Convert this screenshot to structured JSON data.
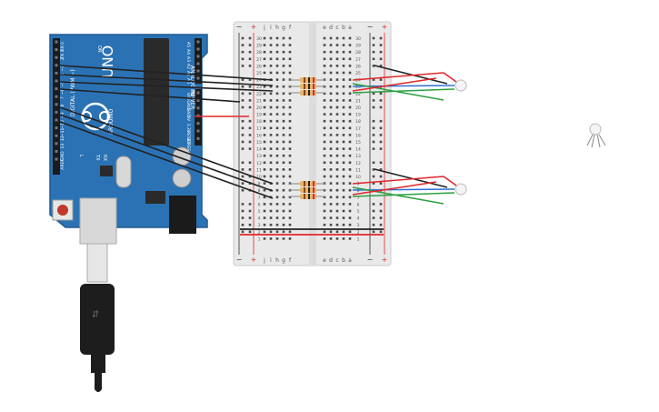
{
  "arduino": {
    "brand_text": "UNO",
    "board_label": "ARDUINO",
    "digital_label": "DIGITAL (PWM ~)",
    "analog_label": "ANALOG IN",
    "power_label": "POWER",
    "on_label": "ON",
    "tx_label": "TX",
    "rx_label": "RX",
    "l_label": "L",
    "digital_pins": [
      "RX 0",
      "TX 1",
      "2",
      "~3",
      "4",
      "~5",
      "~6",
      "7",
      "8",
      "~9",
      "~10",
      "~11",
      "12",
      "13",
      "GND",
      "AREF"
    ],
    "analog_pins": [
      "A5",
      "A4",
      "A3",
      "A2",
      "A1",
      "A0"
    ],
    "power_pins": [
      "VIN",
      "GND",
      "GND",
      "5V",
      "3.3V",
      "RESET",
      "IOREF"
    ]
  },
  "breadboard": {
    "column_letters_left": [
      "j",
      "i",
      "h",
      "g",
      "f"
    ],
    "column_letters_right": [
      "e",
      "d",
      "c",
      "b",
      "a"
    ],
    "row_numbers": [
      "30",
      "29",
      "28",
      "27",
      "26",
      "25",
      "24",
      "23",
      "22",
      "21",
      "20",
      "19",
      "18",
      "17",
      "16",
      "15",
      "14",
      "13",
      "12",
      "11",
      "10",
      "9",
      "8",
      "7",
      "6",
      "5",
      "4",
      "3",
      "2",
      "1"
    ],
    "rail_minus": "−",
    "rail_plus": "+"
  },
  "colors": {
    "board": "#2b72b4",
    "board_dark": "#1f5a91",
    "breadboard": "#e9e9e9",
    "wire_black": "#222222",
    "wire_red": "#e0282a",
    "wire_green": "#2ea043",
    "wire_blue": "#2f6fd6",
    "resistor": "#e8b56a",
    "usb_cable": "#222222"
  },
  "components": [
    "rgb-led-1",
    "rgb-led-2",
    "rgb-led-3",
    "resistor-x6",
    "usb-cable"
  ]
}
